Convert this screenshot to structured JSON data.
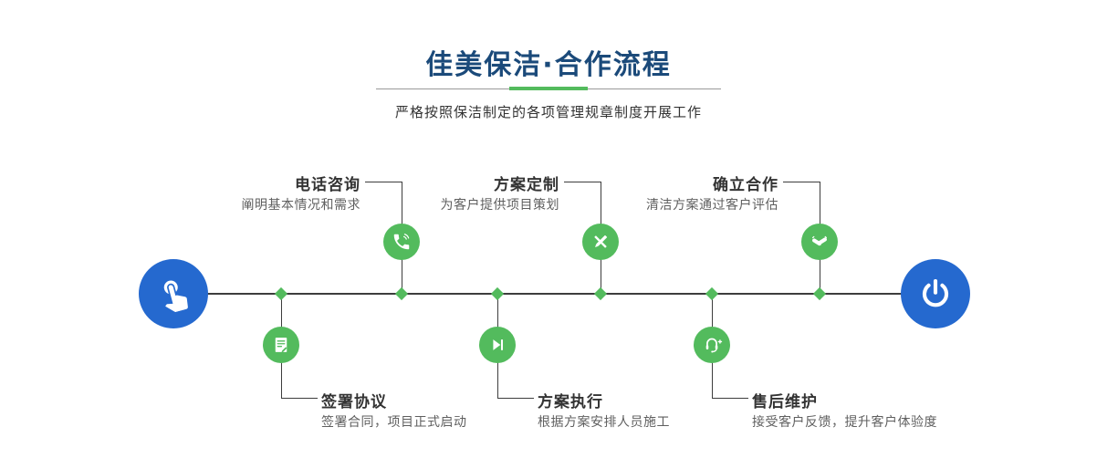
{
  "header": {
    "title": "佳美保洁·合作流程",
    "subtitle": "严格按照保洁制定的各项管理规章制度开展工作"
  },
  "colors": {
    "green": "#53bb5d",
    "blue": "#2569cf",
    "navy": "#1b4a7a",
    "line": "#3d3d3d",
    "text": "#333333",
    "muted": "#5f5f5f"
  },
  "flow": {
    "start": {
      "icon": "pointer-hand-icon"
    },
    "end": {
      "icon": "power-icon"
    },
    "steps_top": [
      {
        "title": "电话咨询",
        "desc": "阐明基本情况和需求",
        "icon": "phone-icon"
      },
      {
        "title": "方案定制",
        "desc": "为客户提供项目策划",
        "icon": "design-tools-icon"
      },
      {
        "title": "确立合作",
        "desc": "清洁方案通过客户评估",
        "icon": "handshake-icon"
      }
    ],
    "steps_bottom": [
      {
        "title": "签署协议",
        "desc": "签署合同，项目正式启动",
        "icon": "contract-icon"
      },
      {
        "title": "方案执行",
        "desc": "根据方案安排人员施工",
        "icon": "play-next-icon"
      },
      {
        "title": "售后维护",
        "desc": "接受客户反馈，提升客户体验度",
        "icon": "headset-support-icon"
      }
    ]
  }
}
